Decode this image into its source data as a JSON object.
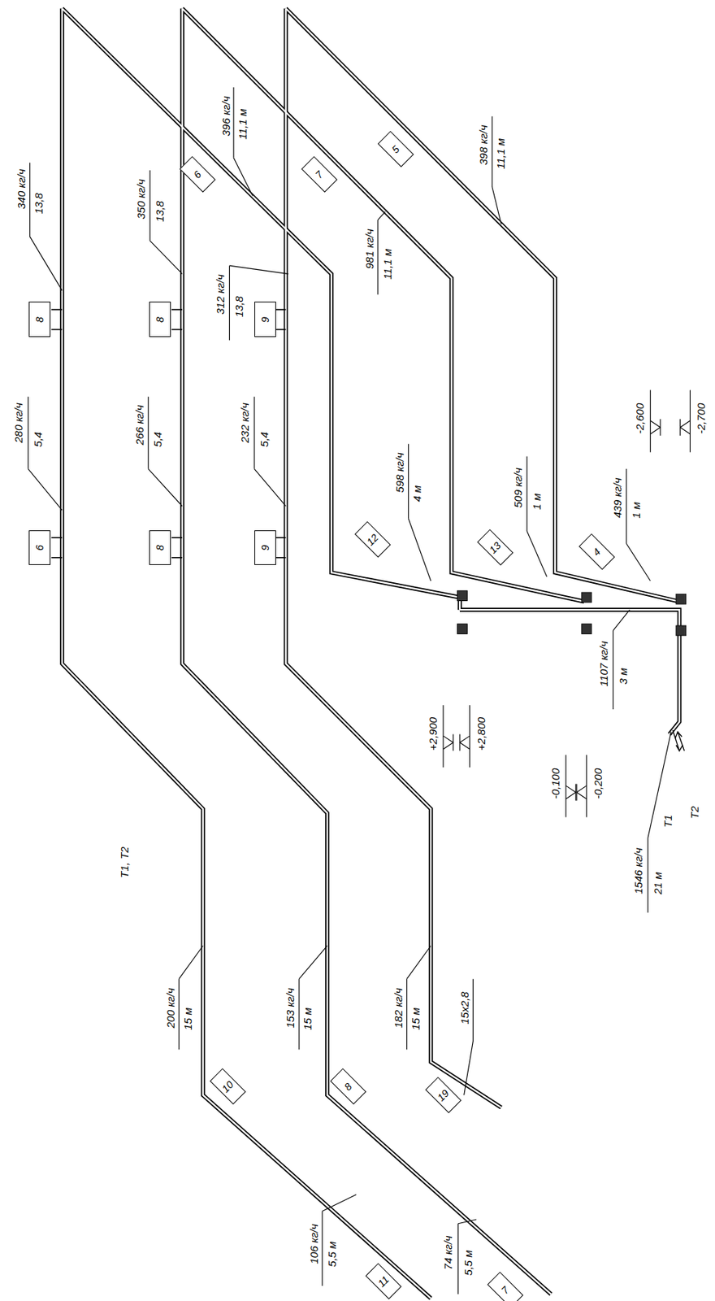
{
  "diagram": {
    "nodes": [
      {
        "text": [
          "8"
        ]
      },
      {
        "text": [
          "6"
        ]
      },
      {
        "text": [
          "8"
        ]
      },
      {
        "text": [
          "8"
        ]
      },
      {
        "text": [
          "9"
        ]
      },
      {
        "text": [
          "9"
        ]
      },
      {
        "text": [
          "6"
        ]
      },
      {
        "text": [
          "7"
        ]
      },
      {
        "text": [
          "5"
        ]
      },
      {
        "text": [
          "12"
        ]
      },
      {
        "text": [
          "13"
        ]
      },
      {
        "text": [
          "4"
        ]
      },
      {
        "text": [
          "10"
        ]
      },
      {
        "text": [
          "8"
        ]
      },
      {
        "text": [
          "19"
        ]
      },
      {
        "text": [
          "11"
        ]
      },
      {
        "text": [
          "7"
        ]
      }
    ],
    "labels": [
      "340 кг/ч",
      "13,8",
      "280 кг/ч",
      "5,4",
      "350 кг/ч",
      "13,8",
      "396 кг/ч",
      "11,1 м",
      "266 кг/ч",
      "5,4",
      "312 кг/ч",
      "13,8",
      "232 кг/ч",
      "5,4",
      "398 кг/ч",
      "11,1 м",
      "981 кг/ч",
      "11,1 м",
      "598 кг/ч",
      "4 м",
      "509 кг/ч",
      "1 м",
      "439 кг/ч",
      "1 м",
      "1107 кг/ч",
      "3 м",
      "1546 кг/ч",
      "21 м",
      "T1",
      "T2",
      "-2,600",
      "-2,700",
      "+2,900",
      "+2,800",
      "-0,100",
      "-0,200",
      "T1, T2",
      "200 кг/ч",
      "15 м",
      "153 кг/ч",
      "15 м",
      "182 кг/ч",
      "15 м",
      "15x2,8",
      "106 кг/ч",
      "5,5 м",
      "74 кг/ч",
      "5,5 м"
    ]
  }
}
